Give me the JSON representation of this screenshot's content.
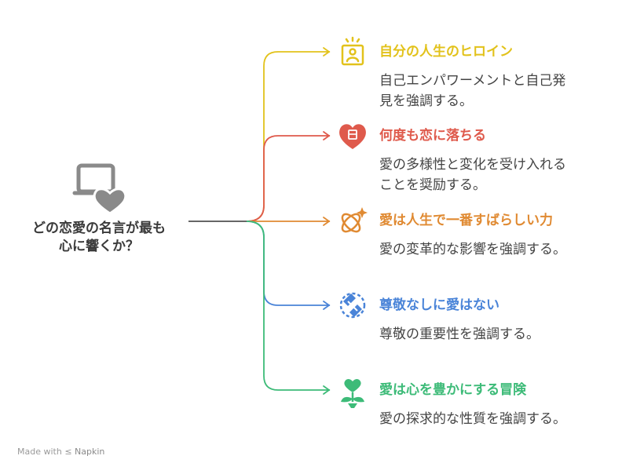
{
  "root": {
    "lines": [
      "どの恋愛の名言が最も",
      "心に響くか？"
    ],
    "icon": "laptop-heart-icon"
  },
  "branches": [
    {
      "title": "自分の人生のヒロイン",
      "desc": [
        "自己エンパワーメントと自己発",
        "見を強調する。"
      ],
      "color": "#e2c21b",
      "icon": "heroine-portrait-icon"
    },
    {
      "title": "何度も恋に落ちる",
      "desc": [
        "愛の多様性と変化を受け入れる",
        "ことを奨励する。"
      ],
      "color": "#df5a4c",
      "icon": "heart-house-icon"
    },
    {
      "title": "愛は人生で一番すばらしい力",
      "desc": [
        "愛の変革的な影響を強調する。"
      ],
      "color": "#e08a32",
      "icon": "orbit-sparkle-icon"
    },
    {
      "title": "尊敬なしに愛はない",
      "desc": [
        "尊敬の重要性を強調する。"
      ],
      "color": "#4a84d8",
      "icon": "handshake-icon"
    },
    {
      "title": "愛は心を豊かにする冒険",
      "desc": [
        "愛の探求的な性質を強調する。"
      ],
      "color": "#3dbb78",
      "icon": "heart-plant-icon"
    }
  ],
  "footer": {
    "made_with": "Made with",
    "brand": "Napkin"
  }
}
